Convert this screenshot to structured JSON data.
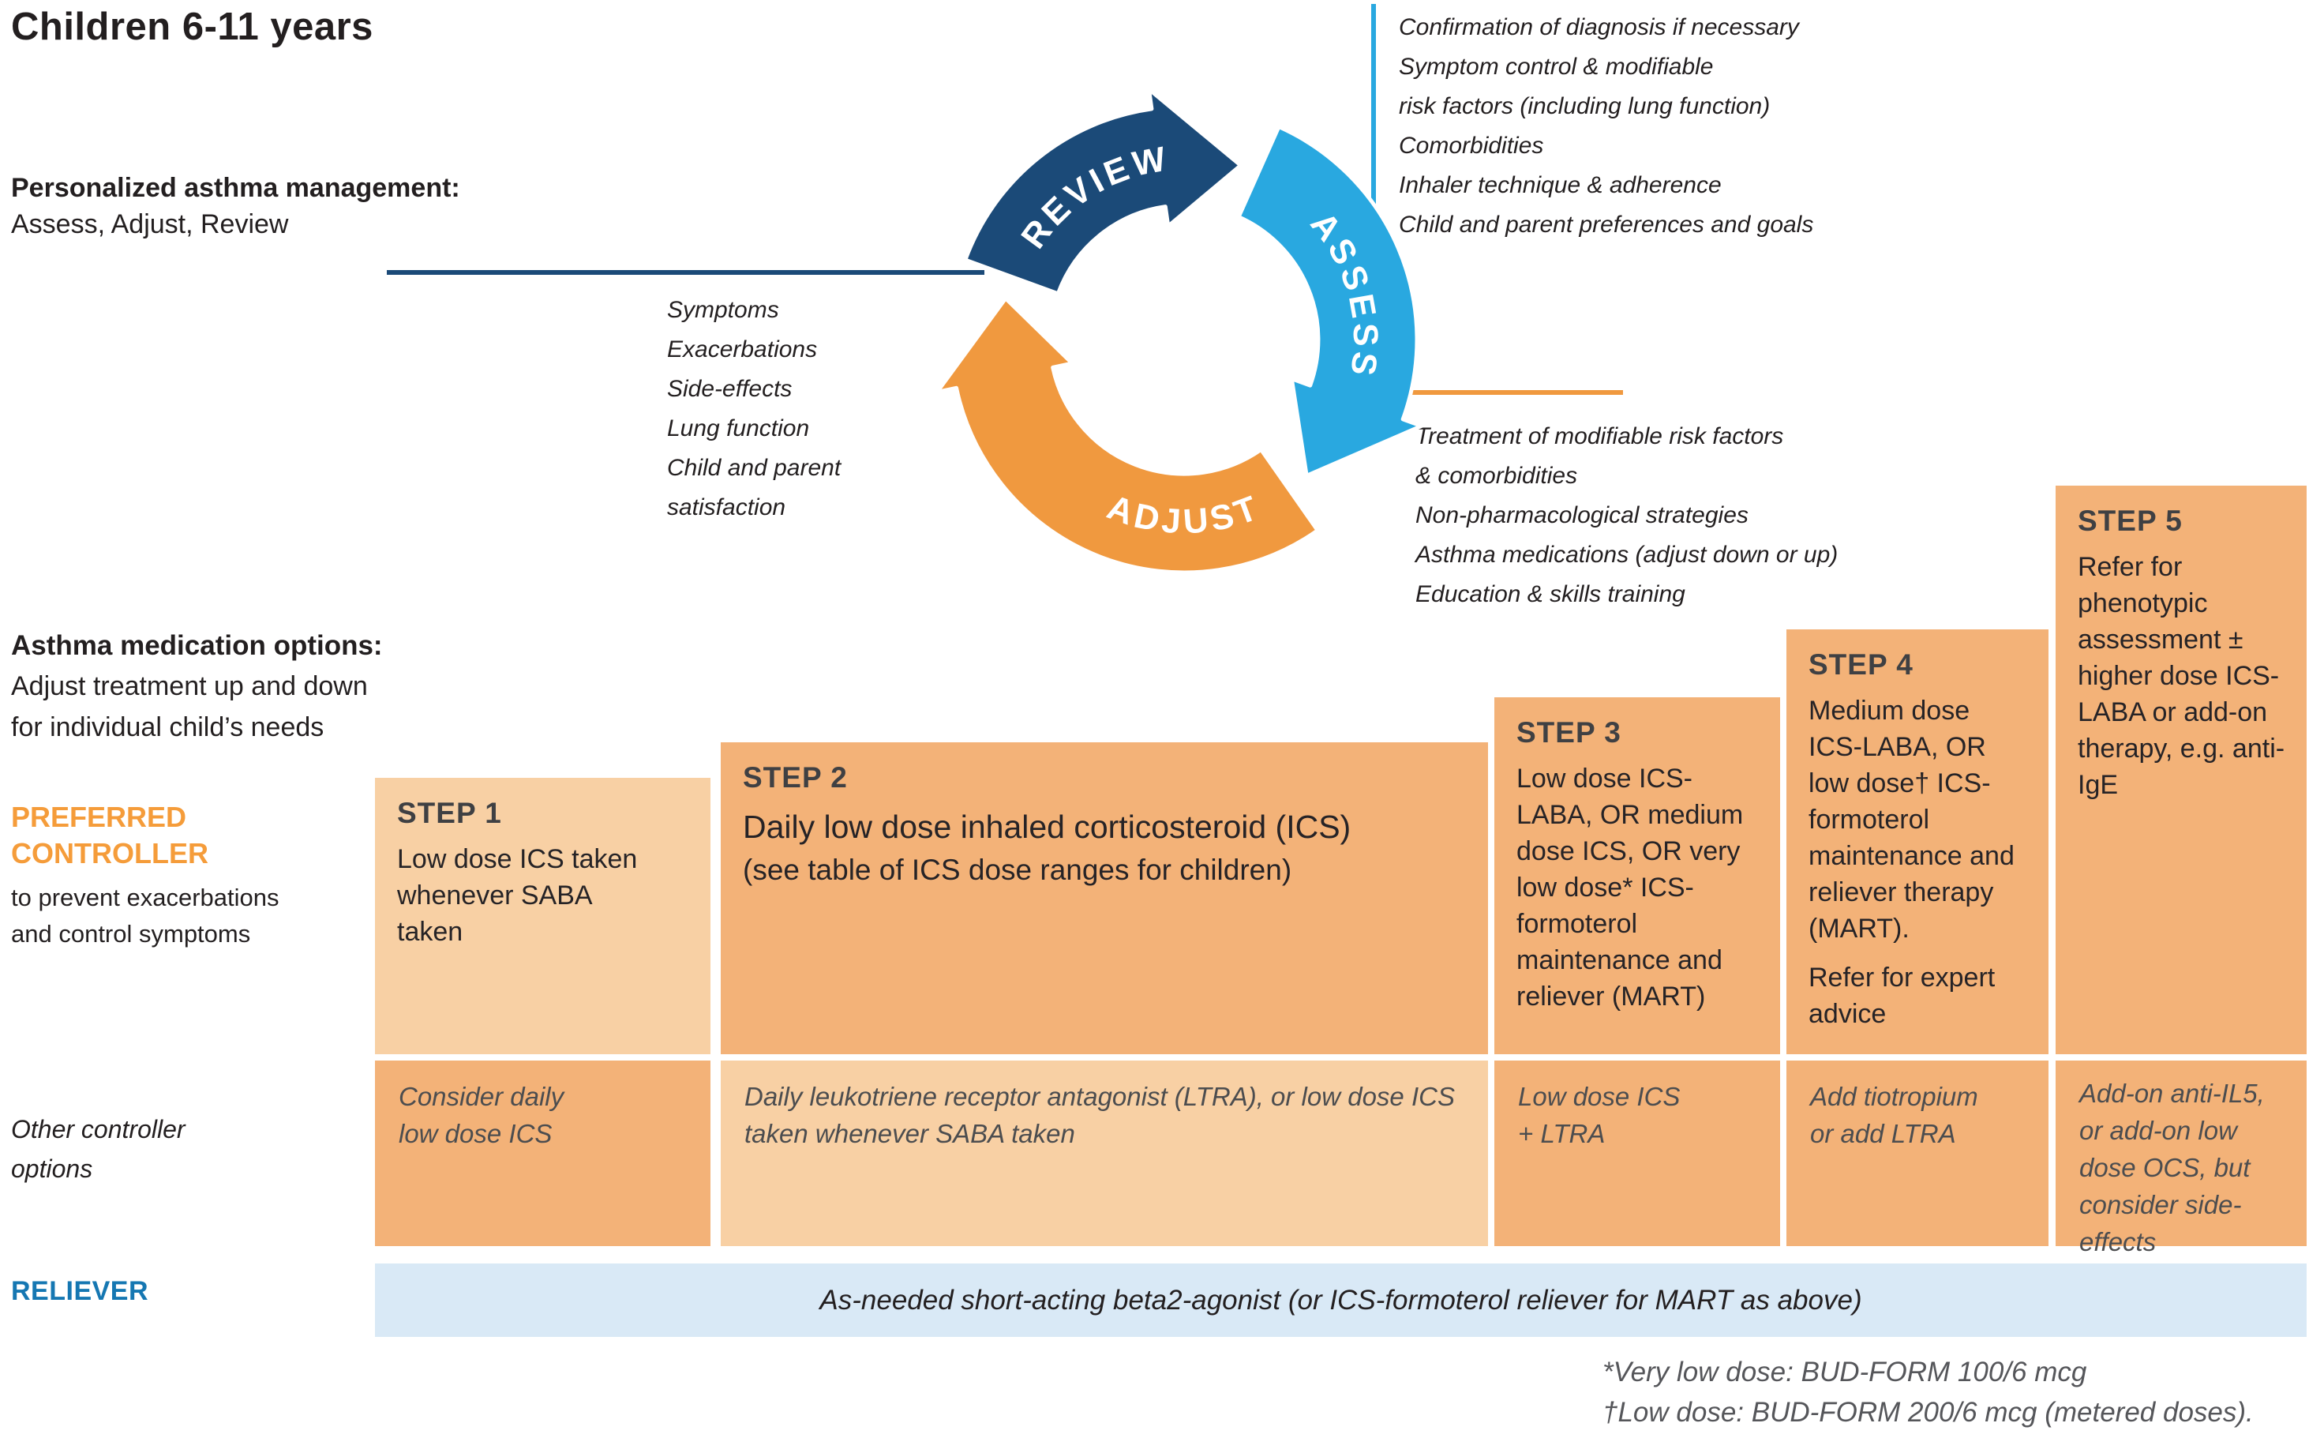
{
  "title": "Children 6-11 years",
  "management": {
    "heading": "Personalized asthma management:",
    "subheading": "Assess, Adjust, Review"
  },
  "cycle": {
    "assess_label": "ASSESS",
    "adjust_label": "ADJUST",
    "review_label": "REVIEW",
    "assess_notes": [
      "Confirmation of diagnosis if necessary",
      "Symptom control & modifiable",
      "risk factors (including lung function)",
      "Comorbidities",
      "Inhaler technique & adherence",
      "Child and parent preferences and goals"
    ],
    "review_notes": [
      "Symptoms",
      "Exacerbations",
      "Side-effects",
      "Lung function",
      "Child and parent",
      "satisfaction"
    ],
    "adjust_notes": [
      "Treatment of modifiable risk factors",
      "& comorbidities",
      "Non-pharmacological strategies",
      "Asthma medications (adjust down or up)",
      "Education & skills training"
    ],
    "colors": {
      "review": "#1b4a78",
      "assess": "#29a8e0",
      "adjust": "#f0993f"
    }
  },
  "medication_options": {
    "heading": "Asthma medication options:",
    "subheading": "Adjust treatment up and down for individual child’s needs"
  },
  "preferred_controller": {
    "label": "PREFERRED CONTROLLER",
    "description": "to prevent exacerbations and control symptoms",
    "color": "#f59c3a"
  },
  "other_controller_label": "Other controller options",
  "steps": [
    {
      "label": "STEP 1",
      "preferred": [
        "Low dose ICS taken whenever SABA taken"
      ],
      "other": "Consider daily low dose ICS"
    },
    {
      "label": "STEP 2",
      "preferred": [
        "Daily low dose inhaled corticosteroid (ICS)",
        "(see table of ICS dose ranges for children)"
      ],
      "other": "Daily leukotriene receptor antagonist (LTRA), or low dose ICS taken whenever SABA taken"
    },
    {
      "label": "STEP 3",
      "preferred": [
        "Low dose ICS-LABA, OR medium dose ICS, OR very low dose* ICS-formoterol maintenance and reliever (MART)"
      ],
      "other": "Low dose ICS + LTRA"
    },
    {
      "label": "STEP 4",
      "preferred": [
        "Medium dose ICS-LABA, OR low dose† ICS-formoterol maintenance and reliever therapy (MART).",
        "Refer for expert advice"
      ],
      "other": "Add tiotropium or add LTRA"
    },
    {
      "label": "STEP 5",
      "preferred": [
        "Refer for phenotypic assessment ± higher dose ICS-LABA or add-on therapy, e.g. anti-IgE"
      ],
      "other": "Add-on anti-IL5, or add-on low dose OCS, but consider side-effects"
    }
  ],
  "reliever": {
    "label": "RELIEVER",
    "text": "As-needed short-acting beta2-agonist (or ICS-formoterol reliever for MART as above)",
    "bar_color": "#d9e9f6",
    "label_color": "#1577b2"
  },
  "footnotes": [
    "*Very low dose: BUD-FORM 100/6 mcg",
    "†Low dose: BUD-FORM 200/6 mcg (metered doses)."
  ],
  "box_colors": {
    "light": "#f8d0a4",
    "mid": "#f3b278"
  }
}
